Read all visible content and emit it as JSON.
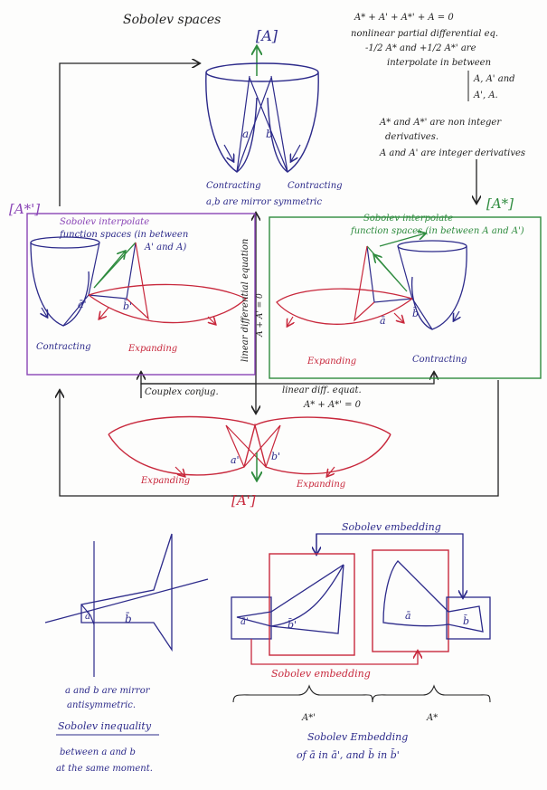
{
  "colors": {
    "ink_blue": "#2c2a8a",
    "ink_green": "#2e8b3e",
    "ink_red": "#c8283c",
    "ink_purple": "#8a45b6",
    "ink_black": "#222222"
  },
  "title": "Sobolev spaces",
  "top_notes": {
    "equation": "A* + A' + A*' + A = 0",
    "line1": "nonlinear partial differential eq.",
    "line2": "-1/2 A* and +1/2 A*' are",
    "line3": "interpolate in between",
    "line4": "A, A' and",
    "line5": "A', A.",
    "line6": "A* and A*' are non integer",
    "line7": "derivatives.",
    "line8": "A and A' are integer derivatives"
  },
  "top_diagram": {
    "box_label": "[A]",
    "contracting_left": "Contracting",
    "contracting_right": "Contracting",
    "sym_note": "a,b are mirror symmetric",
    "a": "a",
    "b": "b"
  },
  "left_panel": {
    "box_label": "[A*']",
    "title1": "Sobolev interpolate",
    "title2": "function spaces (in between",
    "title3": "A' and A)",
    "a_label": "ā'",
    "b_label": "b̄'",
    "contracting": "Contracting",
    "expanding": "Expanding"
  },
  "right_panel": {
    "box_label": "[A*]",
    "title1": "Sobolev interpolate",
    "title2": "function spaces (in between A and A')",
    "a_label": "ā",
    "b_label": "b̄",
    "contracting": "Contracting",
    "expanding": "Expanding"
  },
  "middle": {
    "vertical_label1": "linear differential equation",
    "vertical_label2": "A + A' = 0",
    "couplex": "Couplex conjug.",
    "linear_diff": "linear diff. equat.",
    "linear_eq": "A* + A*' = 0"
  },
  "bottom_diagram": {
    "box_label": "[A']",
    "a_label": "a'",
    "b_label": "b'",
    "expanding_left": "Expanding",
    "expanding_right": "Expanding"
  },
  "sobolev_embedding_top": "Sobolev embedding",
  "sobolev_embedding_bottom": "Sobolev embedding",
  "bottom_left": {
    "a_label": "ā",
    "b_label": "b̄",
    "note1": "a and b are mirror",
    "note2": "antisymmetric.",
    "heading": "Sobolev inequality",
    "note3": "between a and b",
    "note4": "at the same moment."
  },
  "bottom_right": {
    "a1_label": "ā'",
    "b1_label": "b̄'",
    "a2_label": "ā",
    "b2_label": "b̄",
    "brace_left": "A*'",
    "brace_right": "A*",
    "caption1": "Sobolev Embedding",
    "caption2": "of ā in ā', and b̄ in b̄'"
  }
}
